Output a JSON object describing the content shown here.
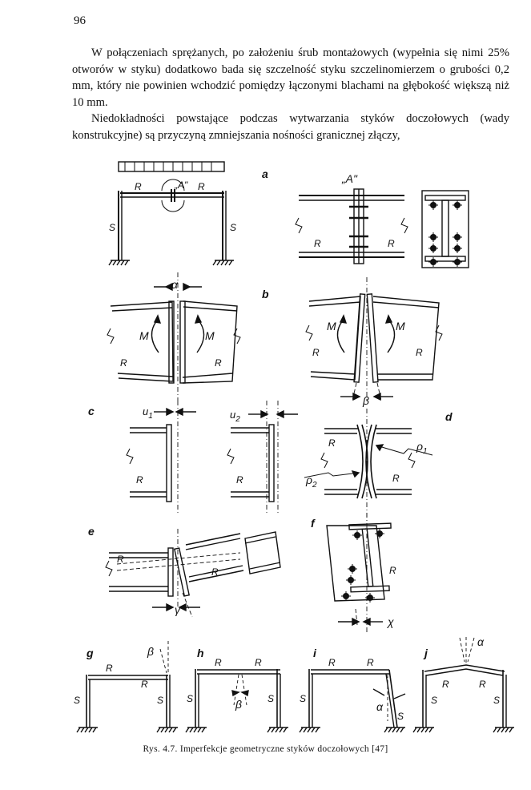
{
  "page_number": "96",
  "paragraphs": [
    "W połączeniach sprężanych, po założeniu śrub montażowych (wypełnia się nimi 25% otworów w styku) dodatkowo bada się szczelność styku szczelinomierzem o grubości 0,2 mm, który nie powinien wchodzić pomiędzy łączonymi blachami na głębokość większą niż 10 mm.",
    "Niedokładności powstające podczas wytwarzania styków doczołowych (wady konstrukcyjne) są przyczyną zmniejszania nośności granicznej złączy,"
  ],
  "figure": {
    "panel_letters": {
      "a": "a",
      "b": "b",
      "c": "c",
      "d": "d",
      "e": "e",
      "f": "f",
      "g": "g",
      "h": "h",
      "i": "i",
      "j": "j"
    },
    "labels": {
      "rigiel": "R",
      "slup": "S",
      "detal": "„A\"",
      "moment": "M",
      "alpha": "α",
      "beta": "β",
      "gamma": "γ",
      "chi": "χ",
      "u1": "u1",
      "u2": "u2",
      "rho1": "ρ1",
      "rho2": "ρ2"
    }
  },
  "caption": "Rys. 4.7. Imperfekcje geometryczne styków doczołowych [47]"
}
